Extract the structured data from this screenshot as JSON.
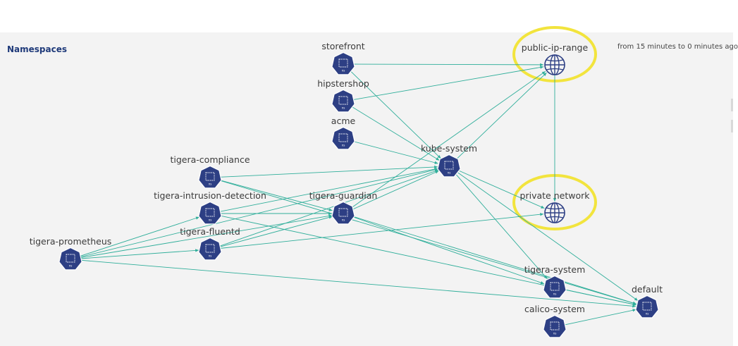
{
  "header": {
    "title": "Namespaces",
    "time_range": "from 15 minutes to 0 minutes ago"
  },
  "colors": {
    "node": "#2d3f84",
    "edge": "#2fae9a",
    "highlight": "#f2e43d",
    "canvas": "#f3f3f3",
    "title": "#1f3a7a"
  },
  "nodes": [
    {
      "id": "storefront",
      "label": "storefront",
      "type": "namespace",
      "badge": "ns"
    },
    {
      "id": "hipstershop",
      "label": "hipstershop",
      "type": "namespace",
      "badge": "ns"
    },
    {
      "id": "acme",
      "label": "acme",
      "type": "namespace",
      "badge": "ns"
    },
    {
      "id": "kube-system",
      "label": "kube-system",
      "type": "namespace",
      "badge": "ns"
    },
    {
      "id": "tigera-compliance",
      "label": "tigera-compliance",
      "type": "namespace",
      "badge": "ns"
    },
    {
      "id": "tigera-intrusion-detection",
      "label": "tigera-intrusion-detection",
      "type": "namespace",
      "badge": "ns"
    },
    {
      "id": "tigera-guardian",
      "label": "tigera-guardian",
      "type": "namespace",
      "badge": "ns"
    },
    {
      "id": "tigera-fluentd",
      "label": "tigera-fluentd",
      "type": "namespace",
      "badge": "ns"
    },
    {
      "id": "tigera-prometheus",
      "label": "tigera-prometheus",
      "type": "namespace",
      "badge": "ns"
    },
    {
      "id": "tigera-system",
      "label": "tigera-system",
      "type": "namespace",
      "badge": "ns"
    },
    {
      "id": "calico-system",
      "label": "calico-system",
      "type": "namespace",
      "badge": "ns"
    },
    {
      "id": "default",
      "label": "default",
      "type": "namespace",
      "badge": "ns"
    },
    {
      "id": "public-ip-range",
      "label": "public-ip-range",
      "type": "network",
      "highlighted": true,
      "icon": "globe-icon"
    },
    {
      "id": "private-network",
      "label": "private network",
      "type": "network",
      "highlighted": true,
      "icon": "globe-icon"
    }
  ],
  "edges": [
    [
      "storefront",
      "public-ip-range"
    ],
    [
      "storefront",
      "kube-system"
    ],
    [
      "hipstershop",
      "public-ip-range"
    ],
    [
      "hipstershop",
      "kube-system"
    ],
    [
      "acme",
      "kube-system"
    ],
    [
      "kube-system",
      "public-ip-range"
    ],
    [
      "kube-system",
      "private-network"
    ],
    [
      "kube-system",
      "default"
    ],
    [
      "kube-system",
      "tigera-system"
    ],
    [
      "tigera-compliance",
      "kube-system"
    ],
    [
      "tigera-compliance",
      "tigera-guardian"
    ],
    [
      "tigera-compliance",
      "default"
    ],
    [
      "tigera-intrusion-detection",
      "kube-system"
    ],
    [
      "tigera-intrusion-detection",
      "tigera-guardian"
    ],
    [
      "tigera-intrusion-detection",
      "default"
    ],
    [
      "tigera-guardian",
      "public-ip-range"
    ],
    [
      "tigera-guardian",
      "kube-system"
    ],
    [
      "tigera-guardian",
      "tigera-system"
    ],
    [
      "tigera-guardian",
      "default"
    ],
    [
      "tigera-fluentd",
      "kube-system"
    ],
    [
      "tigera-fluentd",
      "tigera-guardian"
    ],
    [
      "tigera-fluentd",
      "private-network"
    ],
    [
      "tigera-prometheus",
      "tigera-fluentd"
    ],
    [
      "tigera-prometheus",
      "tigera-guardian"
    ],
    [
      "tigera-prometheus",
      "kube-system"
    ],
    [
      "tigera-prometheus",
      "tigera-intrusion-detection"
    ],
    [
      "tigera-prometheus",
      "default"
    ],
    [
      "tigera-system",
      "default"
    ],
    [
      "calico-system",
      "default"
    ],
    [
      "public-ip-range",
      "private-network"
    ]
  ]
}
